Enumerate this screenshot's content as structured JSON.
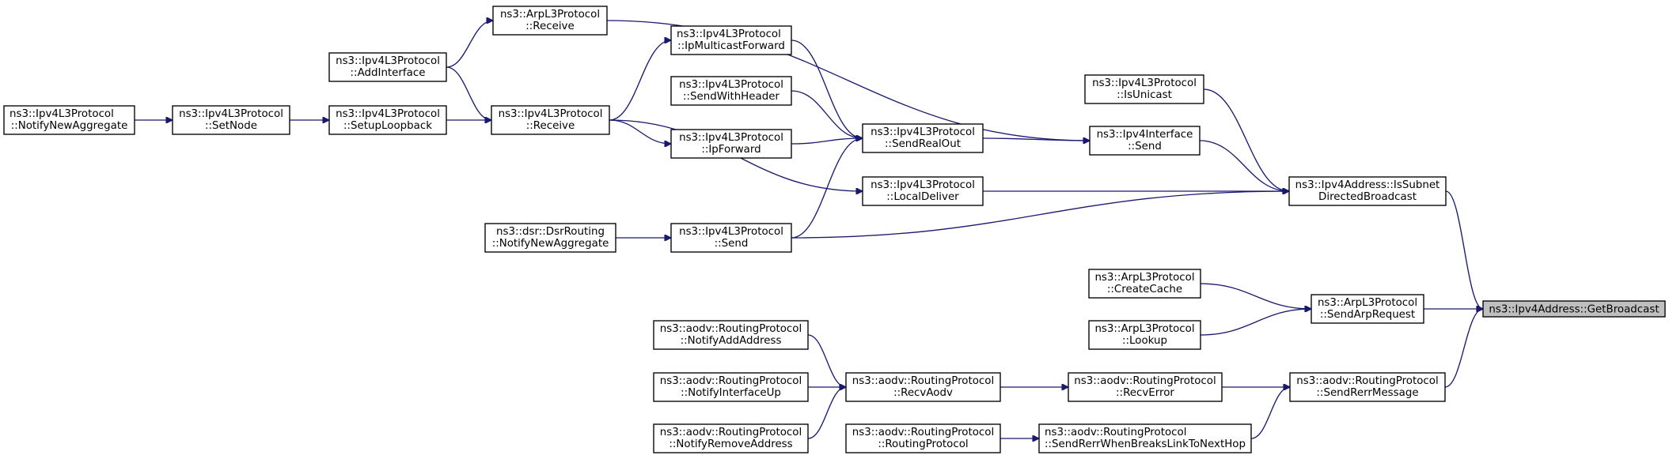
{
  "diagram": {
    "colors": {
      "edge": "#191970",
      "root_fill": "#bfbfbf",
      "node_fill": "#ffffff",
      "node_border": "#000000"
    },
    "nodes": {
      "n_arp_receive": [
        "ns3::ArpL3Protocol",
        "::Receive"
      ],
      "n_ipmulticast": [
        "ns3::Ipv4L3Protocol",
        "::IpMulticastForward"
      ],
      "n_addinterface": [
        "ns3::Ipv4L3Protocol",
        "::AddInterface"
      ],
      "n_sendwithheader": [
        "ns3::Ipv4L3Protocol",
        "::SendWithHeader"
      ],
      "n_notifynewagg": [
        "ns3::Ipv4L3Protocol",
        "::NotifyNewAggregate"
      ],
      "n_setnode": [
        "ns3::Ipv4L3Protocol",
        "::SetNode"
      ],
      "n_setuploopback": [
        "ns3::Ipv4L3Protocol",
        "::SetupLoopback"
      ],
      "n_ipv4_receive": [
        "ns3::Ipv4L3Protocol",
        "::Receive"
      ],
      "n_ipforward": [
        "ns3::Ipv4L3Protocol",
        "::IpForward"
      ],
      "n_sendrealout": [
        "ns3::Ipv4L3Protocol",
        "::SendRealOut"
      ],
      "n_isunicast": [
        "ns3::Ipv4L3Protocol",
        "::IsUnicast"
      ],
      "n_iface_send": [
        "ns3::Ipv4Interface",
        "::Send"
      ],
      "n_localdeliver": [
        "ns3::Ipv4L3Protocol",
        "::LocalDeliver"
      ],
      "n_issubnet": [
        "ns3::Ipv4Address::IsSubnet",
        "DirectedBroadcast"
      ],
      "n_dsr_notify": [
        "ns3::dsr::DsrRouting",
        "::NotifyNewAggregate"
      ],
      "n_ipv4_send": [
        "ns3::Ipv4L3Protocol",
        "::Send"
      ],
      "n_createcache": [
        "ns3::ArpL3Protocol",
        "::CreateCache"
      ],
      "n_sendarp": [
        "ns3::ArpL3Protocol",
        "::SendArpRequest"
      ],
      "n_getbroadcast": [
        "ns3::Ipv4Address::GetBroadcast"
      ],
      "n_lookup": [
        "ns3::ArpL3Protocol",
        "::Lookup"
      ],
      "n_notifyaddaddr": [
        "ns3::aodv::RoutingProtocol",
        "::NotifyAddAddress"
      ],
      "n_notifyifup": [
        "ns3::aodv::RoutingProtocol",
        "::NotifyInterfaceUp"
      ],
      "n_recvaodv": [
        "ns3::aodv::RoutingProtocol",
        "::RecvAodv"
      ],
      "n_recverror": [
        "ns3::aodv::RoutingProtocol",
        "::RecvError"
      ],
      "n_sendrerrmsg": [
        "ns3::aodv::RoutingProtocol",
        "::SendRerrMessage"
      ],
      "n_notifyremove": [
        "ns3::aodv::RoutingProtocol",
        "::NotifyRemoveAddress"
      ],
      "n_routingprotocol": [
        "ns3::aodv::RoutingProtocol",
        "::RoutingProtocol"
      ],
      "n_sendrerrbreaks": [
        "ns3::aodv::RoutingProtocol",
        "::SendRerrWhenBreaksLinkToNextHop"
      ]
    },
    "edges": [
      [
        "n_addinterface",
        "n_arp_receive"
      ],
      [
        "n_arp_receive",
        "n_iface_send"
      ],
      [
        "n_ipv4_receive",
        "n_ipmulticast"
      ],
      [
        "n_ipmulticast",
        "n_sendrealout"
      ],
      [
        "n_addinterface",
        "n_ipv4_receive"
      ],
      [
        "n_sendwithheader",
        "n_sendrealout"
      ],
      [
        "n_notifynewagg",
        "n_setnode"
      ],
      [
        "n_setnode",
        "n_setuploopback"
      ],
      [
        "n_setuploopback",
        "n_ipv4_receive"
      ],
      [
        "n_ipv4_receive",
        "n_ipforward"
      ],
      [
        "n_ipforward",
        "n_sendrealout"
      ],
      [
        "n_ipv4_receive",
        "n_localdeliver"
      ],
      [
        "n_ipv4_send",
        "n_sendrealout"
      ],
      [
        "n_sendrealout",
        "n_iface_send"
      ],
      [
        "n_isunicast",
        "n_issubnet"
      ],
      [
        "n_iface_send",
        "n_issubnet"
      ],
      [
        "n_localdeliver",
        "n_issubnet"
      ],
      [
        "n_ipv4_send",
        "n_issubnet"
      ],
      [
        "n_dsr_notify",
        "n_ipv4_send"
      ],
      [
        "n_issubnet",
        "n_getbroadcast"
      ],
      [
        "n_createcache",
        "n_sendarp"
      ],
      [
        "n_lookup",
        "n_sendarp"
      ],
      [
        "n_sendarp",
        "n_getbroadcast"
      ],
      [
        "n_sendrerrmsg",
        "n_getbroadcast"
      ],
      [
        "n_notifyaddaddr",
        "n_recvaodv"
      ],
      [
        "n_notifyifup",
        "n_recvaodv"
      ],
      [
        "n_notifyremove",
        "n_recvaodv"
      ],
      [
        "n_recvaodv",
        "n_recverror"
      ],
      [
        "n_recverror",
        "n_sendrerrmsg"
      ],
      [
        "n_routingprotocol",
        "n_sendrerrbreaks"
      ],
      [
        "n_sendrerrbreaks",
        "n_sendrerrmsg"
      ]
    ]
  }
}
